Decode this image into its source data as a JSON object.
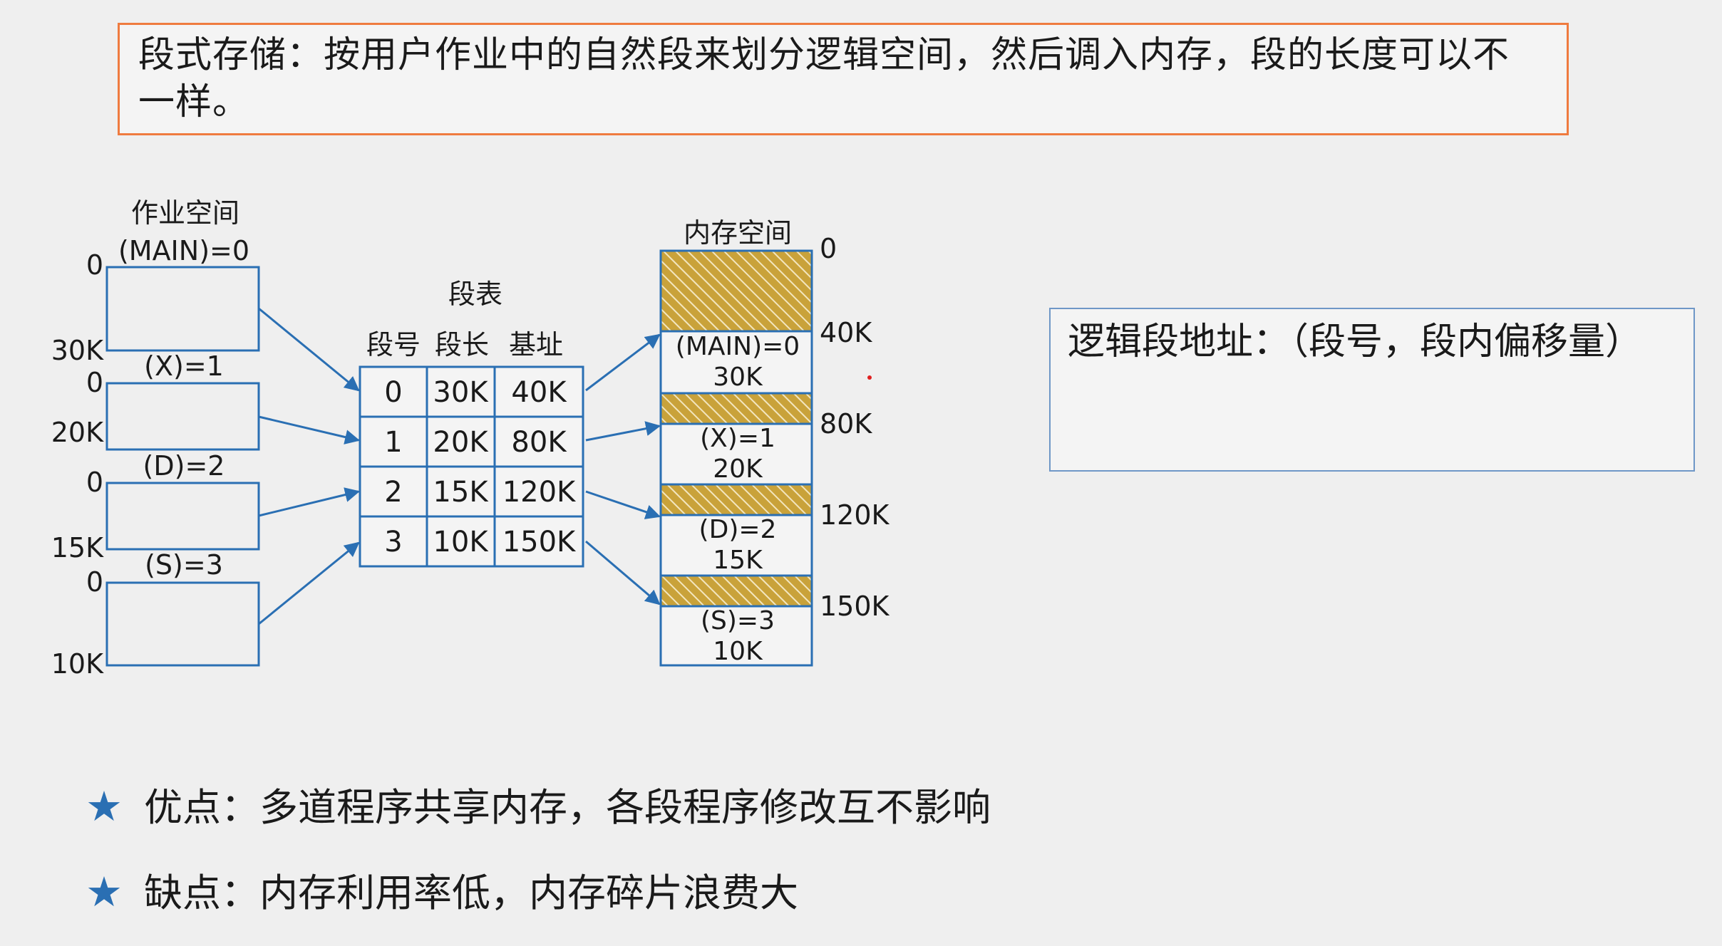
{
  "definition": "段式存储：按用户作业中的自然段来划分逻辑空间，然后调入内存，段的长度可以不一样。",
  "job_space": {
    "title": "作业空间",
    "segments": [
      {
        "name": "(MAIN)=0",
        "start": "0",
        "end": "30K"
      },
      {
        "name": "(X)=1",
        "start": "0",
        "end": "20K"
      },
      {
        "name": "(D)=2",
        "start": "0",
        "end": "15K"
      },
      {
        "name": "(S)=3",
        "start": "0",
        "end": "10K"
      }
    ]
  },
  "segment_table": {
    "title": "段表",
    "headers": [
      "段号",
      "段长",
      "基址"
    ],
    "rows": [
      [
        "0",
        "30K",
        "40K"
      ],
      [
        "1",
        "20K",
        "80K"
      ],
      [
        "2",
        "15K",
        "120K"
      ],
      [
        "3",
        "10K",
        "150K"
      ]
    ]
  },
  "memory_space": {
    "title": "内存空间",
    "addresses": [
      "0",
      "40K",
      "80K",
      "120K",
      "150K"
    ],
    "blocks": [
      {
        "name": "(MAIN)=0",
        "size": "30K"
      },
      {
        "name": "(X)=1",
        "size": "20K"
      },
      {
        "name": "(D)=2",
        "size": "15K"
      },
      {
        "name": "(S)=3",
        "size": "10K"
      }
    ]
  },
  "address_note": "逻辑段地址：（段号，段内偏移量）",
  "pros": "优点：多道程序共享内存，各段程序修改互不影响",
  "cons": "缺点：内存利用率低，内存碎片浪费大",
  "bullet_star": "★",
  "colors": {
    "orange_border": "#ef7b3f",
    "blue": "#2a6fb3",
    "hatch": "#c9a23a"
  }
}
